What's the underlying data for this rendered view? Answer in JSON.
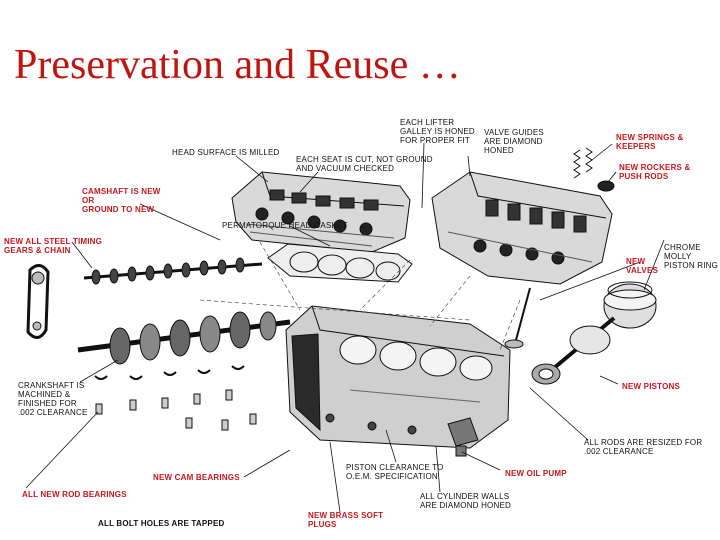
{
  "title": "Preservation and Reuse …",
  "colors": {
    "title": "#c0150f",
    "red_label": "#c8161d",
    "black_label": "#111111"
  },
  "labels": {
    "head_surface": "HEAD SURFACE IS MILLED",
    "each_seat": "EACH SEAT IS CUT, NOT GROUND\nAND VACUUM CHECKED",
    "each_lifter": "EACH LIFTER\nGALLEY IS HONED\nFOR PROPER FIT",
    "valve_guides": "VALVE GUIDES\nARE DIAMOND\nHONED",
    "new_springs": "NEW SPRINGS &\nKEEPERS",
    "new_rockers": "NEW ROCKERS &\nPUSH RODS",
    "camshaft": "CAMSHAFT IS NEW\nOR\nGROUND TO NEW",
    "permatorque": "PERMATORQUE HEAD GASKET",
    "timing": "NEW ALL STEEL TIMING\nGEARS & CHAIN",
    "chrome_molly": "CHROME\nMOLLY\nPISTON RING",
    "new_valves": "NEW\nVALVES",
    "crankshaft": "CRANKSHAFT IS\nMACHINED &\nFINISHED FOR\n.002 CLEARANCE",
    "new_pistons": "NEW PISTONS",
    "rods_resized": "ALL RODS ARE RESIZED FOR\n.002 CLEARANCE",
    "piston_clearance": "PISTON CLEARANCE TO\nO.E.M. SPECIFICATION",
    "new_cam_bearings": "NEW CAM BEARINGS",
    "new_oil_pump": "NEW OIL PUMP",
    "cylinder_walls": "ALL CYLINDER WALLS\nARE DIAMOND HONED",
    "rod_bearings": "ALL NEW ROD BEARINGS",
    "brass_plugs": "NEW BRASS SOFT\nPLUGS",
    "bolt_holes": "ALL BOLT HOLES ARE TAPPED"
  }
}
